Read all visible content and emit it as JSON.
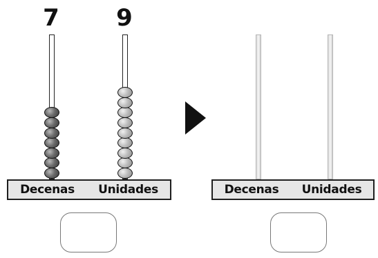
{
  "left_abacus": {
    "tens_value": "7",
    "units_value": "9",
    "tens_label": "Decenas",
    "units_label": "Unidades",
    "tens_beads": 7,
    "units_beads": 9
  },
  "right_abacus": {
    "tens_label": "Decenas",
    "units_label": "Unidades",
    "tens_beads": 0,
    "units_beads": 0
  },
  "answer_boxes": {
    "left": "",
    "right": ""
  },
  "colors": {
    "bead_dark": "#5a5a5a",
    "bead_light": "#b0b0b0",
    "base_fill": "#e6e6e6",
    "arrow": "#111111"
  },
  "icons": {
    "arrow": "right-arrow-icon"
  }
}
